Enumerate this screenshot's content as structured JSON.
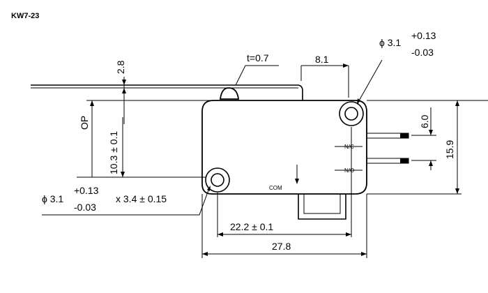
{
  "model": "KW7-23",
  "dims": {
    "lever_offset": "2.8",
    "lever_thickness": "t=0.7",
    "hole_offset": "8.1",
    "hole_top_dia": "ϕ 3.1",
    "hole_top_tol_plus": "+0.13",
    "hole_top_tol_minus": "-0.03",
    "op_label": "OP",
    "op_height": "10.3 ± 0.1",
    "terminal_spacing": "6.0",
    "body_height": "15.9",
    "hole_bottom_dia": "ϕ 3.1",
    "hole_bottom_tol_plus": "+0.13",
    "hole_bottom_tol_minus": "-0.03",
    "hole_bottom_slot": "x 3.4 ± 0.15",
    "hole_spacing": "22.2 ± 0.1",
    "body_length": "27.8"
  },
  "terminals": {
    "nc": "N/C",
    "no": "N/O",
    "com": "COM"
  }
}
